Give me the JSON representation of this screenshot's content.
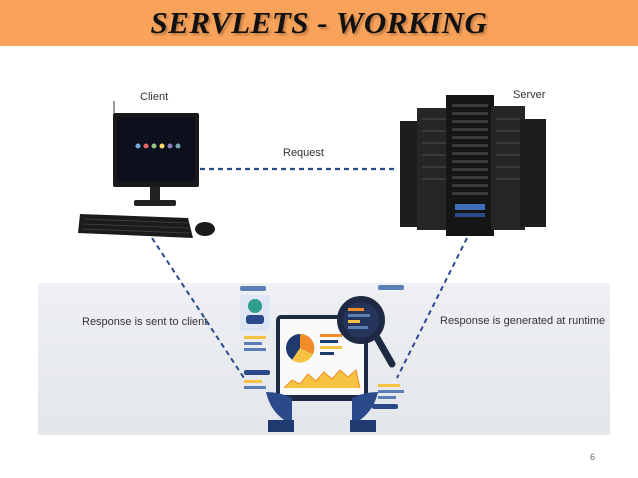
{
  "slide": {
    "title": "SERVLETS - WORKING",
    "page_number": "6"
  },
  "diagram": {
    "client_label": "Client",
    "server_label": "Server",
    "request_label": "Request",
    "response_left_label": "Response is sent to client",
    "response_right_label": "Response is generated at runtime"
  },
  "colors": {
    "title_bar": "#f9a25a",
    "dashed_line": "#2b4a8a",
    "chart_orange": "#f28c28",
    "chart_blue": "#1e3a6e",
    "accent_yellow": "#f5c242"
  }
}
